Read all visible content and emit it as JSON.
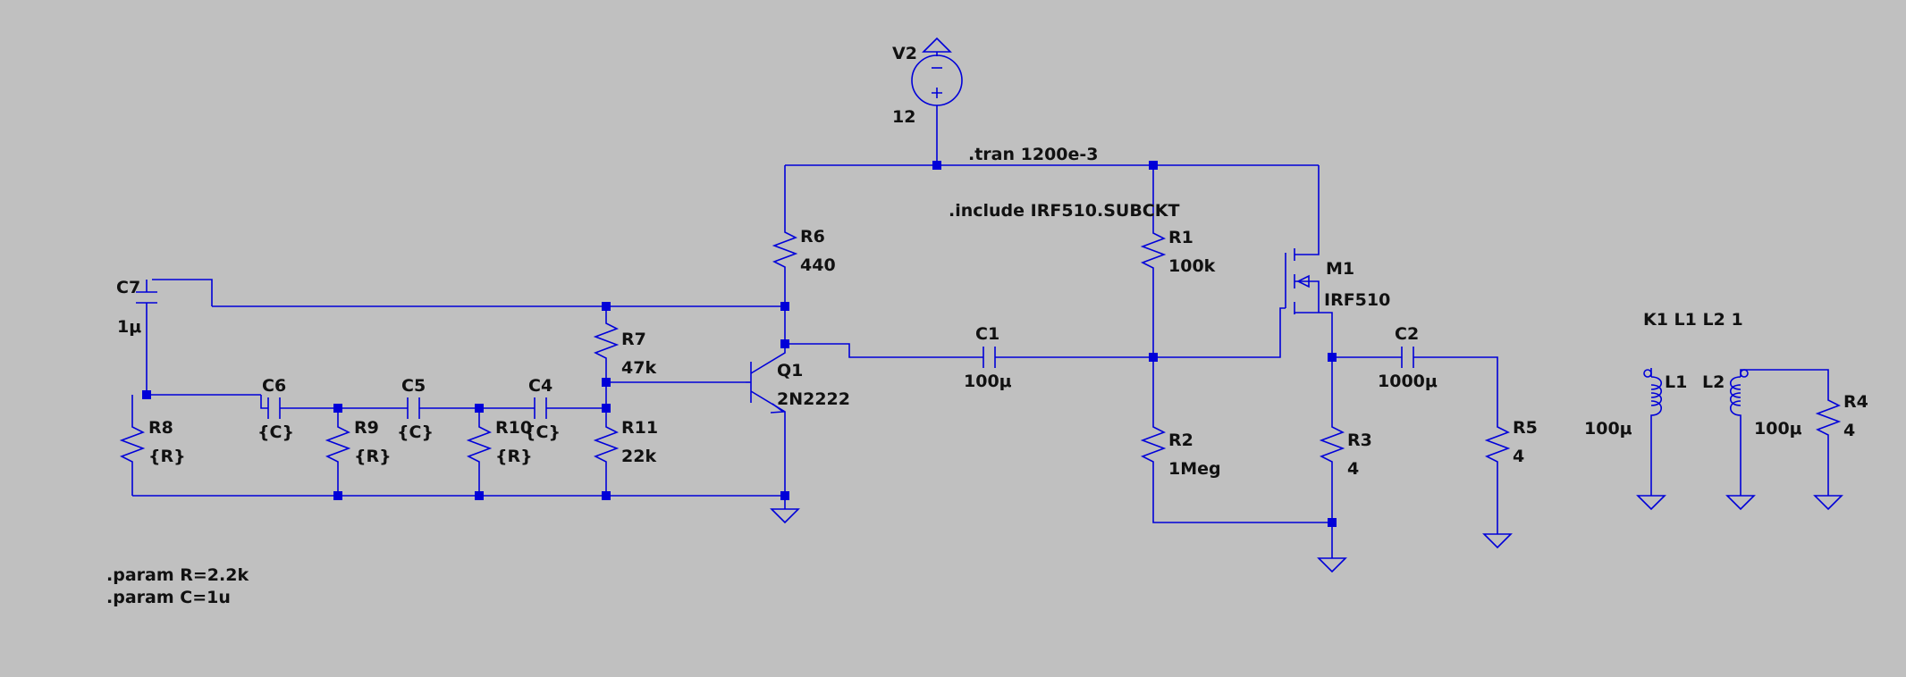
{
  "schematic": {
    "title": "",
    "components": {
      "V2": {
        "name": "V2",
        "value": "12"
      },
      "R6": {
        "name": "R6",
        "value": "440"
      },
      "R1": {
        "name": "R1",
        "value": "100k"
      },
      "M1": {
        "name": "M1",
        "value": "IRF510"
      },
      "C7": {
        "name": "C7",
        "value": "1μ"
      },
      "R7": {
        "name": "R7",
        "value": "47k"
      },
      "Q1": {
        "name": "Q1",
        "value": "2N2222"
      },
      "C1": {
        "name": "C1",
        "value": "100μ"
      },
      "C2": {
        "name": "C2",
        "value": "1000μ"
      },
      "C6": {
        "name": "C6",
        "value": "{C}"
      },
      "C5": {
        "name": "C5",
        "value": "{C}"
      },
      "C4": {
        "name": "C4",
        "value": "{C}"
      },
      "R8": {
        "name": "R8",
        "value": "{R}"
      },
      "R9": {
        "name": "R9",
        "value": "{R}"
      },
      "R10": {
        "name": "R10",
        "value": "{R}"
      },
      "R11": {
        "name": "R11",
        "value": "22k"
      },
      "R2": {
        "name": "R2",
        "value": "1Meg"
      },
      "R3": {
        "name": "R3",
        "value": "4"
      },
      "R5": {
        "name": "R5",
        "value": "4"
      },
      "L1": {
        "name": "L1",
        "value": "100μ"
      },
      "L2": {
        "name": "L2",
        "value": "100μ"
      },
      "R4": {
        "name": "R4",
        "value": "4"
      }
    },
    "directives": {
      "tran": ".tran 1200e-3",
      "include": ".include IRF510.SUBCKT",
      "coupling": "K1 L1 L2 1",
      "param_r": ".param R=2.2k",
      "param_c": ".param C=1u"
    },
    "colors": {
      "background": "#c0c0c0",
      "wire": "#0000d8",
      "text": "#111111"
    }
  }
}
